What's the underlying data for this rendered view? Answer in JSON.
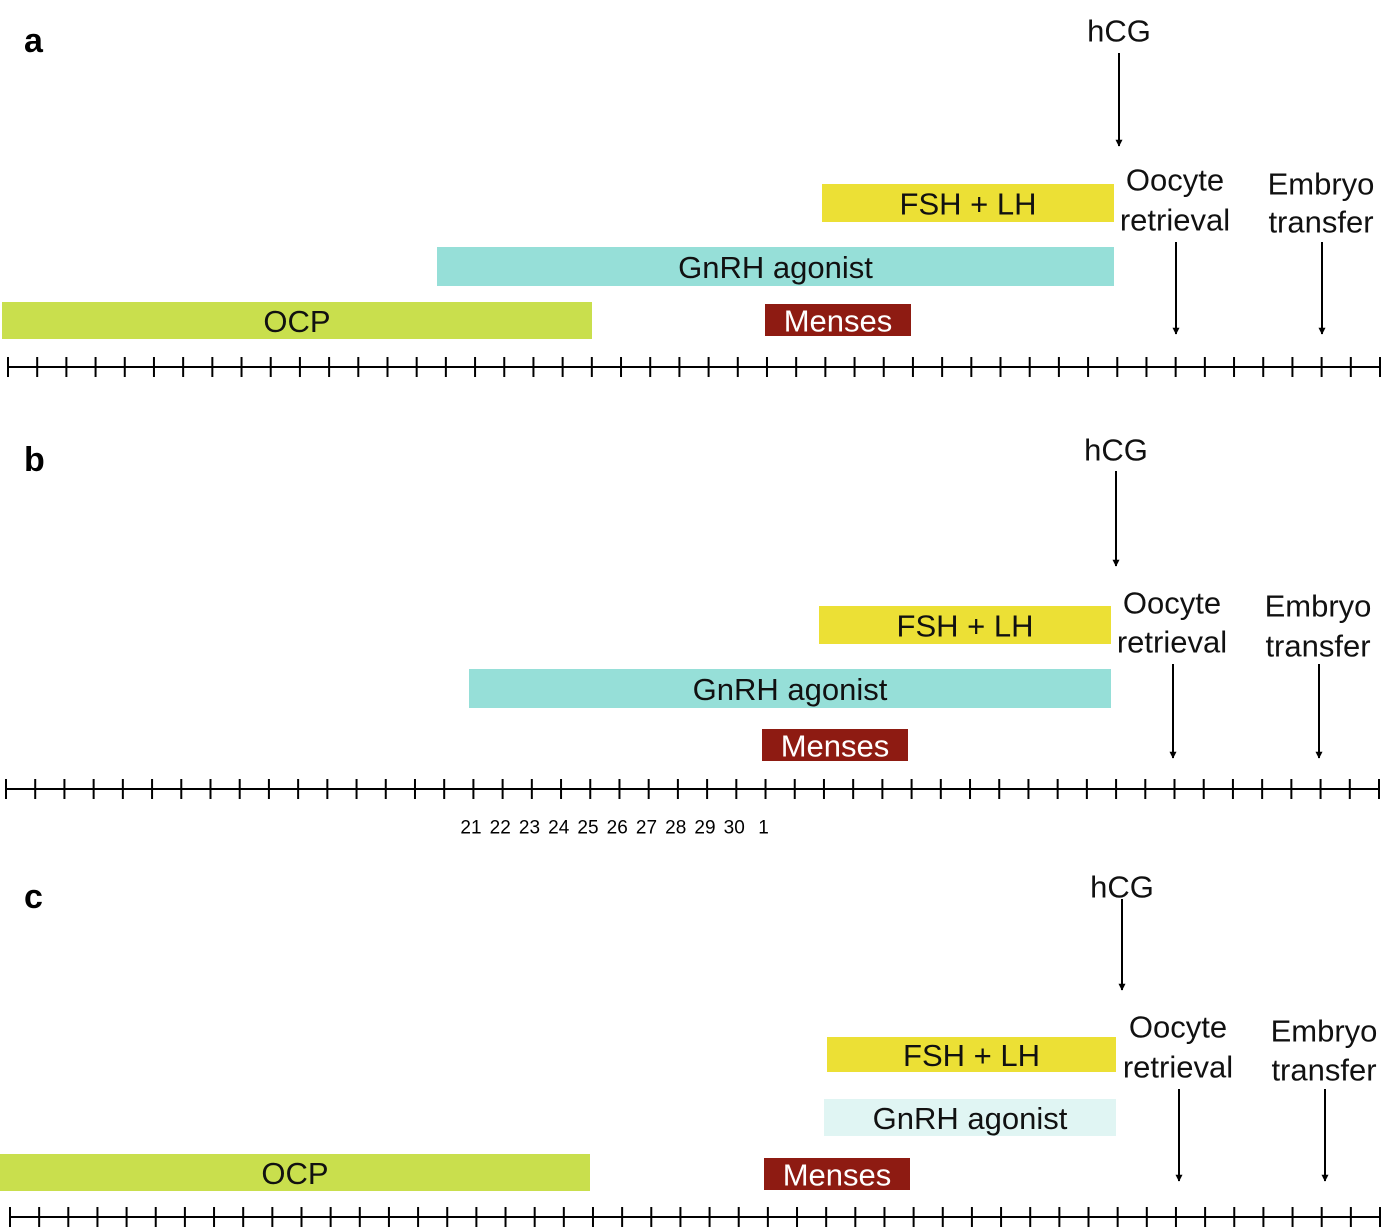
{
  "colors": {
    "fsh_lh": "#ECE035",
    "gnrh": "#96DFD8",
    "gnrh_light": "#E0F5F3",
    "ocp": "#C9DF4D",
    "menses": "#8E1B12",
    "axis": "#000000"
  },
  "panels": [
    {
      "id": "a",
      "label": "a",
      "bars": [
        {
          "key": "fsh_lh",
          "label": "FSH + LH"
        },
        {
          "key": "gnrh_agonist",
          "label": "GnRH agonist"
        },
        {
          "key": "ocp",
          "label": "OCP"
        },
        {
          "key": "menses",
          "label": "Menses"
        }
      ],
      "events": [
        {
          "key": "hcg",
          "lines": [
            "hCG"
          ]
        },
        {
          "key": "oocyte_retrieval",
          "lines": [
            "Oocyte",
            "retrieval"
          ]
        },
        {
          "key": "embryo_transfer",
          "lines": [
            "Embryo",
            "transfer"
          ]
        }
      ],
      "day_labels": []
    },
    {
      "id": "b",
      "label": "b",
      "bars": [
        {
          "key": "fsh_lh",
          "label": "FSH + LH"
        },
        {
          "key": "gnrh_agonist",
          "label": "GnRH agonist"
        },
        {
          "key": "menses",
          "label": "Menses"
        }
      ],
      "events": [
        {
          "key": "hcg",
          "lines": [
            "hCG"
          ]
        },
        {
          "key": "oocyte_retrieval",
          "lines": [
            "Oocyte",
            "retrieval"
          ]
        },
        {
          "key": "embryo_transfer",
          "lines": [
            "Embryo",
            "transfer"
          ]
        }
      ],
      "day_labels": [
        "21",
        "22",
        "23",
        "24",
        "25",
        "26",
        "27",
        "28",
        "29",
        "30",
        "1"
      ]
    },
    {
      "id": "c",
      "label": "c",
      "bars": [
        {
          "key": "fsh_lh",
          "label": "FSH + LH"
        },
        {
          "key": "gnrh_agonist_short",
          "label": "GnRH agonist"
        },
        {
          "key": "ocp",
          "label": "OCP"
        },
        {
          "key": "menses",
          "label": "Menses"
        }
      ],
      "events": [
        {
          "key": "hcg",
          "lines": [
            "hCG"
          ]
        },
        {
          "key": "oocyte_retrieval",
          "lines": [
            "Oocyte",
            "retrieval"
          ]
        },
        {
          "key": "embryo_transfer",
          "lines": [
            "Embryo",
            "transfer"
          ]
        }
      ],
      "day_labels": []
    }
  ]
}
